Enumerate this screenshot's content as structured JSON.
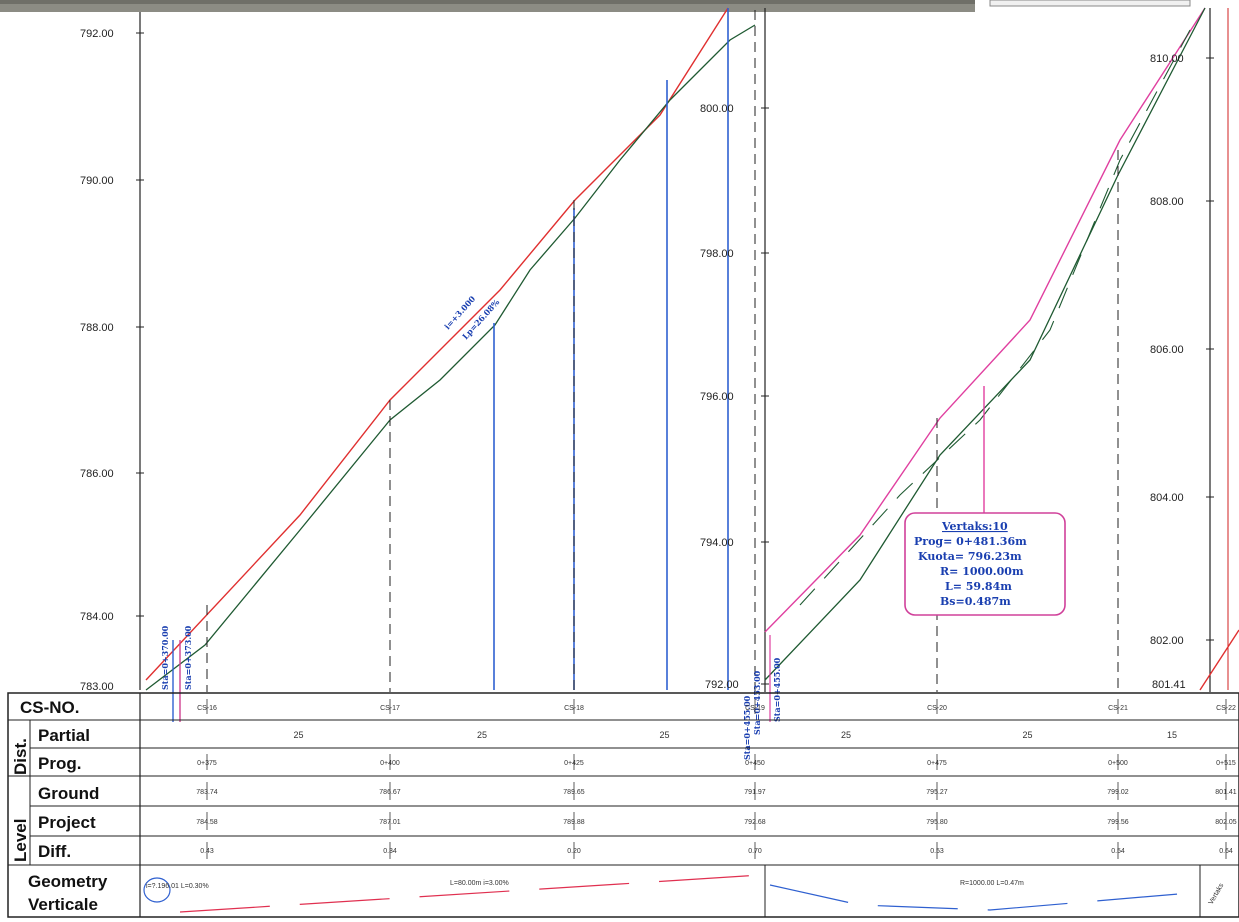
{
  "panels": [
    {
      "id": "left",
      "y_axis_labels": [
        "792.00",
        "790.00",
        "788.00",
        "786.00",
        "784.00",
        "783.00"
      ],
      "slope_labels": [
        "i=+3.000",
        "Lp=26.08%"
      ],
      "station_labels": [
        "Sta=0+370.00",
        "Sta=0+373.00",
        "Sta=0+455.00"
      ]
    },
    {
      "id": "middle",
      "y_axis_labels": [
        "800.00",
        "798.00",
        "796.00",
        "794.00",
        "792.00"
      ],
      "station_labels": [
        "Sta=0+453.00",
        "Sta=0+455.00"
      ]
    },
    {
      "id": "right",
      "y_axis_labels": [
        "810.00",
        "808.00",
        "806.00",
        "804.00",
        "802.00",
        "801.41"
      ]
    }
  ],
  "curve_box": {
    "title": "Vertaks:10",
    "prog": "Prog=  0+481.36m",
    "kuota": "Kuota=  796.23m",
    "r": "R=  1000.00m",
    "l": "L=  59.84m",
    "bs": "Bs=0.487m"
  },
  "table": {
    "row_labels": {
      "cs_no": "CS-NO.",
      "partial": "Partial",
      "prog": "Prog.",
      "ground": "Ground",
      "project": "Project",
      "diff": "Diff.",
      "geometry": "Geometry",
      "verticale": "Verticale"
    },
    "group_labels": {
      "dist": "Dist.",
      "level": "Level"
    },
    "columns": [
      {
        "cs": "CS-16",
        "prog": "0+375",
        "ground": "783.74",
        "project": "784.58",
        "diff": "0.43"
      },
      {
        "cs": "CS-17",
        "prog": "0+400",
        "ground": "786.67",
        "project": "787.01",
        "diff": "0.34"
      },
      {
        "cs": "CS-18",
        "prog": "0+425",
        "ground": "789.65",
        "project": "789.88",
        "diff": "0.20"
      },
      {
        "cs": "CS-19",
        "prog": "0+450",
        "ground": "791.97",
        "project": "792.68",
        "diff": "0.70"
      },
      {
        "cs": "CS-20",
        "prog": "0+475",
        "ground": "795.27",
        "project": "795.80",
        "diff": "0.53"
      },
      {
        "cs": "CS-21",
        "prog": "0+500",
        "ground": "799.02",
        "project": "799.56",
        "diff": "0.54"
      },
      {
        "cs": "CS-22",
        "prog": "0+515",
        "ground": "801.41",
        "project": "802.05",
        "diff": "0.64"
      }
    ],
    "partials": [
      "25",
      "25",
      "25",
      "25",
      "25",
      "15"
    ],
    "geometry_labels": {
      "left_circle": "i=?.196.01\nL=0.30%",
      "middle": "L=80.00m\ni=3.00%",
      "right": "R=1000.00\nL=0.47m",
      "corner": "Vertaks"
    }
  }
}
